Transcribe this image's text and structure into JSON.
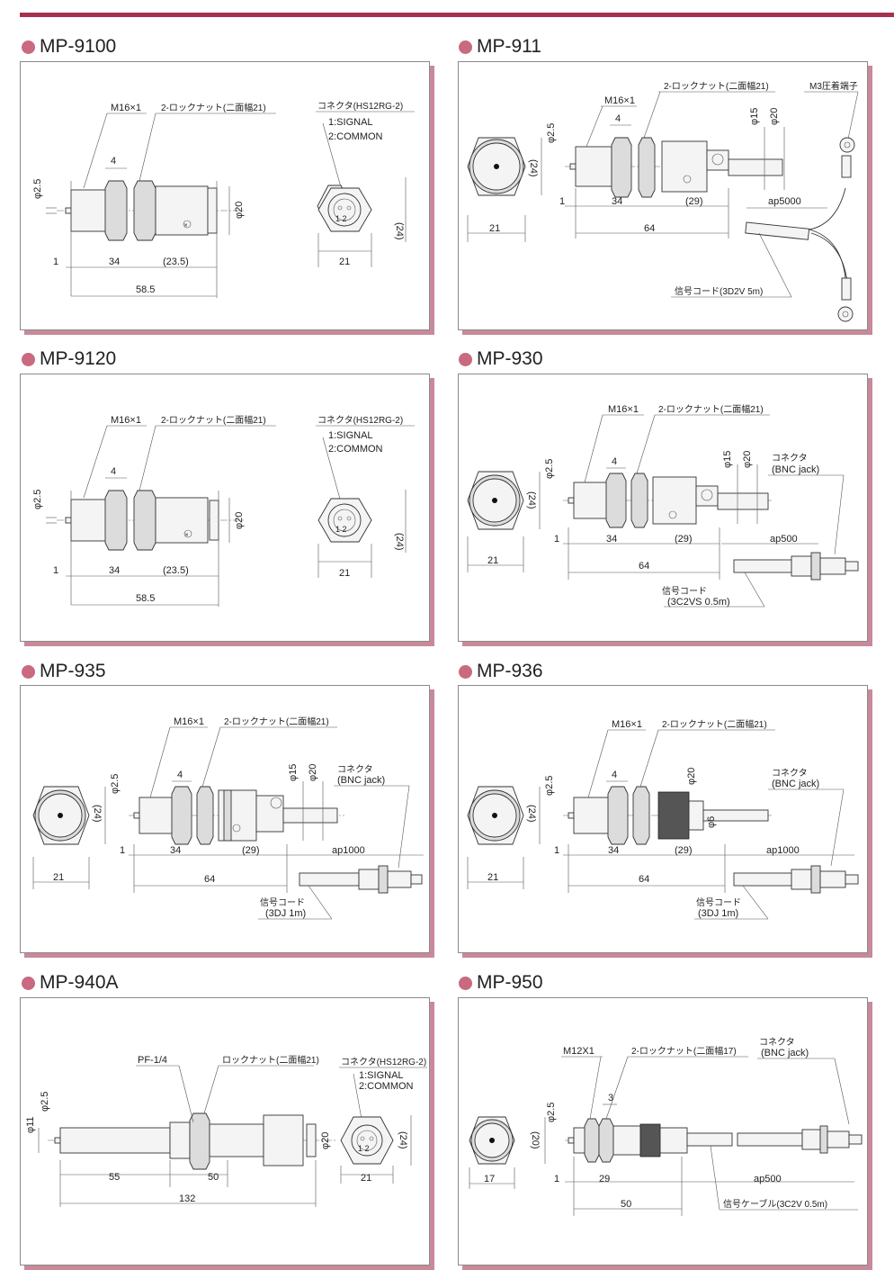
{
  "panels": [
    {
      "title": "MP-9100",
      "labels": {
        "thread": "M16×1",
        "nut": "2-ロックナット(二面幅21)",
        "connector": "コネクタ(HS12RG-2)",
        "pin1": "1:SIGNAL",
        "pin2": "2:COMMON",
        "pins": "1 2",
        "d_tip": "φ2.5",
        "d_flat": "4",
        "d_body": "φ20",
        "hex": "(24)",
        "d_1": "1",
        "d_34": "34",
        "d_23_5": "(23.5)",
        "d_58_5": "58.5",
        "d_21": "21"
      }
    },
    {
      "title": "MP-911",
      "labels": {
        "thread": "M16×1",
        "nut": "2-ロックナット(二面幅21)",
        "terminal": "M3圧着端子",
        "d_tip": "φ2.5",
        "d_flat": "4",
        "d_15": "φ15",
        "d_20": "φ20",
        "hex": "(24)",
        "d_1": "1",
        "d_34": "34",
        "d_29": "(29)",
        "d_64": "64",
        "d_21": "21",
        "cable_len": "ap5000",
        "cable": "信号コード(3D2V 5m)"
      }
    },
    {
      "title": "MP-9120",
      "labels": {
        "thread": "M16×1",
        "nut": "2-ロックナット(二面幅21)",
        "connector": "コネクタ(HS12RG-2)",
        "pin1": "1:SIGNAL",
        "pin2": "2:COMMON",
        "pins": "1 2",
        "d_tip": "φ2.5",
        "d_flat": "4",
        "d_body": "φ20",
        "hex": "(24)",
        "d_1": "1",
        "d_34": "34",
        "d_23_5": "(23.5)",
        "d_58_5": "58.5",
        "d_21": "21"
      }
    },
    {
      "title": "MP-930",
      "labels": {
        "thread": "M16×1",
        "nut": "2-ロックナット(二面幅21)",
        "connector": "コネクタ",
        "connector2": "(BNC jack)",
        "d_tip": "φ2.5",
        "d_flat": "4",
        "d_15": "φ15",
        "d_20": "φ20",
        "hex": "(24)",
        "d_1": "1",
        "d_34": "34",
        "d_29": "(29)",
        "d_64": "64",
        "d_21": "21",
        "cable_len": "ap500",
        "cable": "信号コード",
        "cable2": "(3C2VS 0.5m)"
      }
    },
    {
      "title": "MP-935",
      "labels": {
        "thread": "M16×1",
        "nut": "2-ロックナット(二面幅21)",
        "connector": "コネクタ",
        "connector2": "(BNC jack)",
        "d_tip": "φ2.5",
        "d_flat": "4",
        "d_15": "φ15",
        "d_20": "φ20",
        "hex": "(24)",
        "d_1": "1",
        "d_34": "34",
        "d_29": "(29)",
        "d_64": "64",
        "d_21": "21",
        "cable_len": "ap1000",
        "cable": "信号コード",
        "cable2": "(3DJ 1m)"
      }
    },
    {
      "title": "MP-936",
      "labels": {
        "thread": "M16×1",
        "nut": "2-ロックナット(二面幅21)",
        "connector": "コネクタ",
        "connector2": "(BNC jack)",
        "d_tip": "φ2.5",
        "d_flat": "4",
        "d_20": "φ20",
        "d_6": "φ6",
        "hex": "(24)",
        "d_1": "1",
        "d_34": "34",
        "d_29": "(29)",
        "d_64": "64",
        "d_21": "21",
        "cable_len": "ap1000",
        "cable": "信号コード",
        "cable2": "(3DJ 1m)"
      }
    },
    {
      "title": "MP-940A",
      "labels": {
        "thread": "PF-1/4",
        "nut": "ロックナット(二面幅21)",
        "connector": "コネクタ(HS12RG-2)",
        "pin1": "1:SIGNAL",
        "pin2": "2:COMMON",
        "pins": "1 2",
        "d_tip": "φ2.5",
        "d_11": "φ11",
        "d_body": "φ20",
        "hex": "(24)",
        "d_55": "55",
        "d_50": "50",
        "d_132": "132",
        "d_21": "21"
      }
    },
    {
      "title": "MP-950",
      "labels": {
        "thread": "M12X1",
        "nut": "2-ロックナット(二面幅17)",
        "connector": "コネクタ",
        "connector2": "(BNC jack)",
        "d_tip": "φ2.5",
        "d_flat": "3",
        "hex": "(20)",
        "d_1": "1",
        "d_29": "29",
        "d_50": "50",
        "d_17": "17",
        "cable_len": "ap500",
        "cable": "信号ケーブル(3C2V 0.5m)"
      }
    }
  ]
}
